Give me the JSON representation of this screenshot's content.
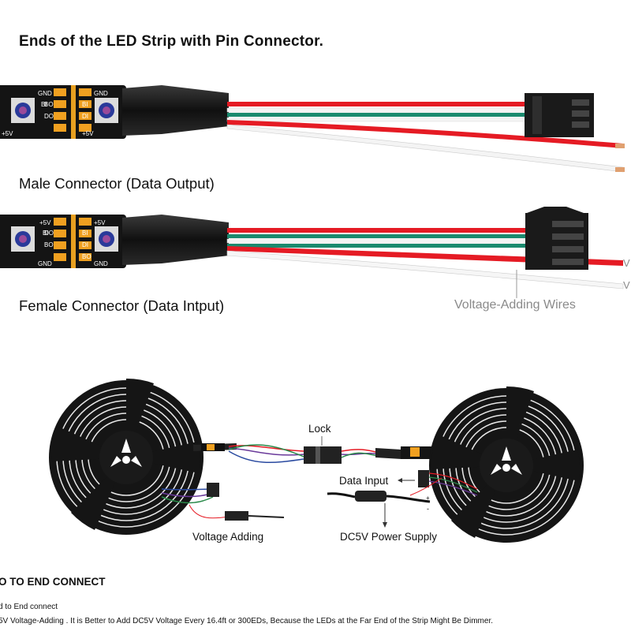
{
  "header": {
    "title": "Ends of the LED Strip with   Pin Connector."
  },
  "male": {
    "label": "Male Connector (Data Output)",
    "pads_left": [
      "GND",
      "BI",
      "BO",
      "DO",
      "+5V"
    ],
    "pads_right": [
      "GND",
      "BI",
      "DI",
      "+5V"
    ]
  },
  "female": {
    "label": "Female Connector (Data Intput)",
    "pads_left": [
      "+5V",
      "BI",
      "DO",
      "BO",
      "GND"
    ],
    "pads_right": [
      "+5V",
      "BI",
      "DI",
      "BO",
      "GND"
    ]
  },
  "voltage_wires": {
    "label": "Voltage-Adding Wires",
    "cut1": "V",
    "cut2": "V"
  },
  "diagram": {
    "lock": "Lock",
    "data_input": "Data Input",
    "voltage_adding": "Voltage Adding",
    "power_supply": "DC5V Power Supply",
    "plus": "+",
    "minus": "-"
  },
  "notes": {
    "heading": "O TO END CONNECT",
    "line1": "d to End connect",
    "line2": "5V Voltage-Adding . It is Better to Add DC5V Voltage Every 16.4ft or 300EDs, Because the LEDs at the Far End of the Strip Might Be Dimmer."
  },
  "colors": {
    "wire_red": "#e51b24",
    "wire_green": "#1a8a6e",
    "wire_white": "#f2f2f2",
    "strip": "#141414",
    "pad": "#f0a020",
    "connector": "#1a1a1a"
  }
}
